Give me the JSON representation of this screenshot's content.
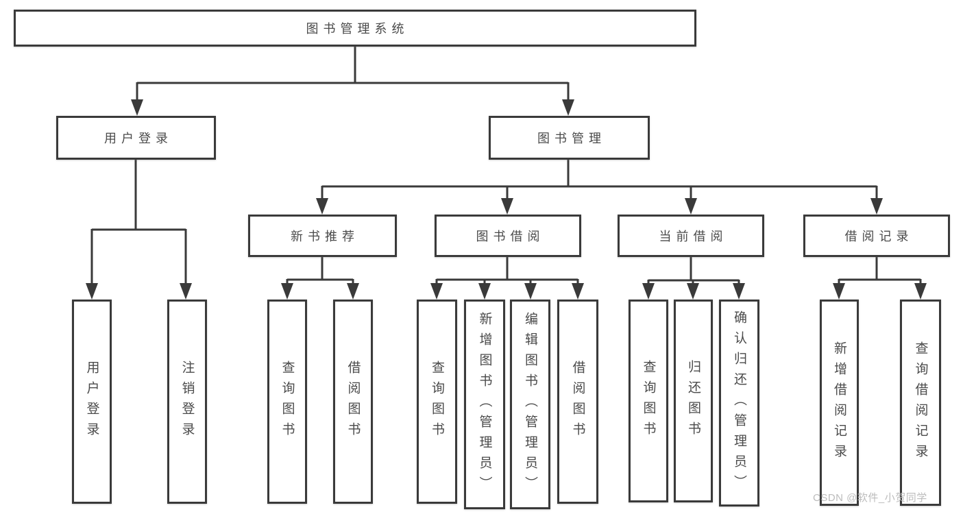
{
  "page": {
    "background": "#ffffff"
  },
  "diagram": {
    "type": "hierarchy-chart",
    "line_color": "#3a3a3a",
    "box_border_color": "#3a3a3a",
    "text_color": "#4a4a4a",
    "tree": {
      "label": "图书管理系统",
      "children": [
        {
          "label": "用户登录",
          "children": [
            {
              "label": "用户登录"
            },
            {
              "label": "注销登录"
            }
          ]
        },
        {
          "label": "图书管理",
          "children": [
            {
              "label": "新书推荐",
              "children": [
                {
                  "label": "查询图书"
                },
                {
                  "label": "借阅图书"
                }
              ]
            },
            {
              "label": "图书借阅",
              "children": [
                {
                  "label": "查询图书"
                },
                {
                  "label": "新增图书（管理员）"
                },
                {
                  "label": "编辑图书（管理员）"
                },
                {
                  "label": "借阅图书"
                }
              ]
            },
            {
              "label": "当前借阅",
              "children": [
                {
                  "label": "查询图书"
                },
                {
                  "label": "归还图书"
                },
                {
                  "label": "确认归还（管理员）"
                }
              ]
            },
            {
              "label": "借阅记录",
              "children": [
                {
                  "label": "新增借阅记录"
                },
                {
                  "label": "查询借阅记录"
                }
              ]
            }
          ]
        }
      ]
    }
  },
  "watermark": {
    "text": "CSDN @软件_小贺同学",
    "color": "#bcbcbc"
  }
}
